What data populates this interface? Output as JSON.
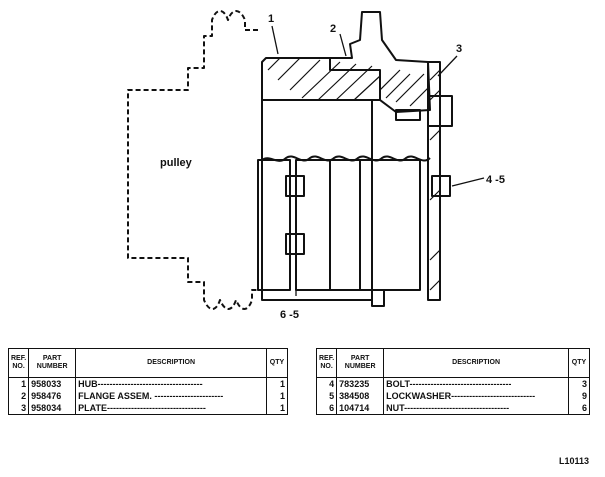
{
  "labels": {
    "pulley": "pulley",
    "c1": "1",
    "c2": "2",
    "c3": "3",
    "c45": "4 -5",
    "c65": "6 -5"
  },
  "table_headers": {
    "ref": "REF. NO.",
    "part": "PART NUMBER",
    "desc": "DESCRIPTION",
    "qty": "QTY"
  },
  "left_rows": [
    {
      "ref": "1",
      "part": "958033",
      "desc": "HUB-----------------------------------",
      "qty": "1"
    },
    {
      "ref": "2",
      "part": "958476",
      "desc": "FLANGE ASSEM. -----------------------",
      "qty": "1"
    },
    {
      "ref": "3",
      "part": "958034",
      "desc": "PLATE---------------------------------",
      "qty": "1"
    }
  ],
  "right_rows": [
    {
      "ref": "4",
      "part": "783235",
      "desc": "BOLT----------------------------------",
      "qty": "3"
    },
    {
      "ref": "5",
      "part": "384508",
      "desc": "LOCKWASHER----------------------------",
      "qty": "9"
    },
    {
      "ref": "6",
      "part": "104714",
      "desc": "NUT-----------------------------------",
      "qty": "6"
    }
  ],
  "figure_id": "L10113"
}
